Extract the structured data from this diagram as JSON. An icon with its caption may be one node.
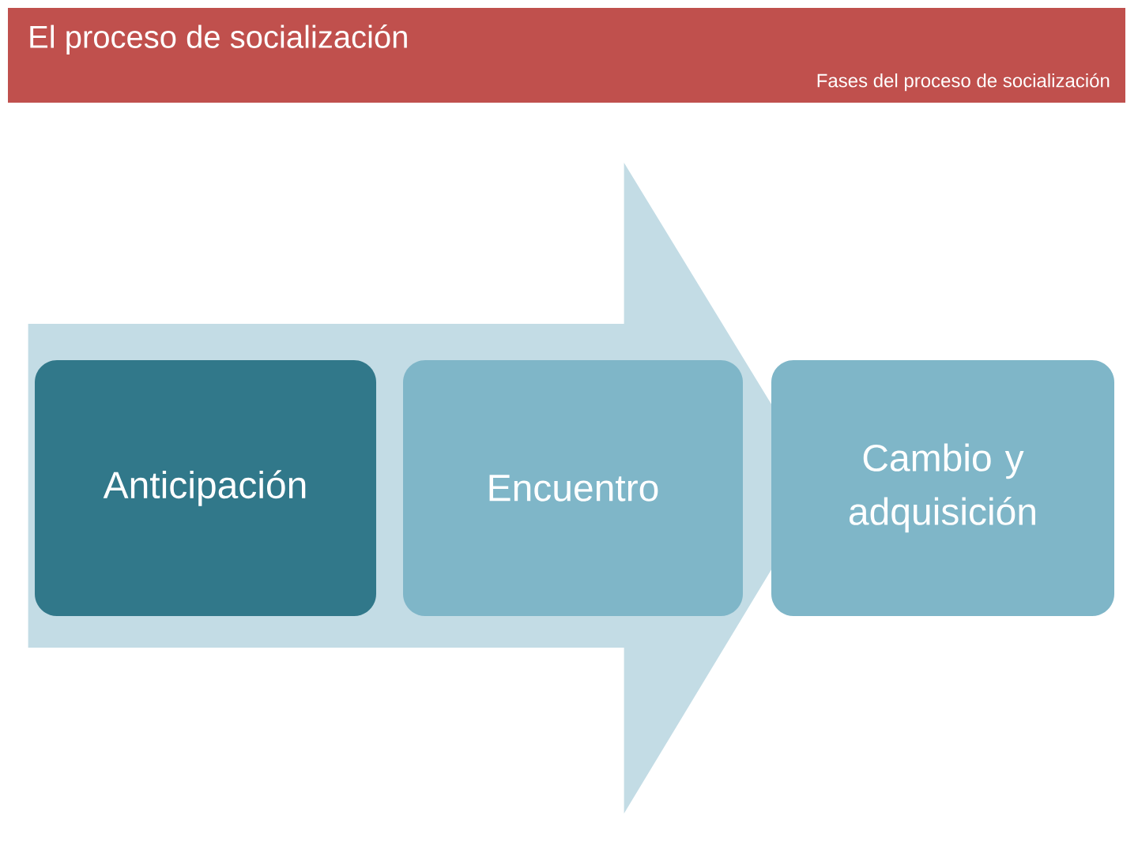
{
  "diagram": {
    "title": "El proceso de socialización",
    "nodes": [
      {
        "text": [
          "Anticipación"
        ]
      },
      {
        "text": [
          "Encuentro"
        ]
      },
      {
        "text": [
          "Cambio y adquisición"
        ]
      }
    ],
    "edges": [
      {
        "from": 0,
        "to": 2,
        "arrow": "to"
      }
    ],
    "labels": [
      "Fases del proceso de socialización"
    ]
  }
}
